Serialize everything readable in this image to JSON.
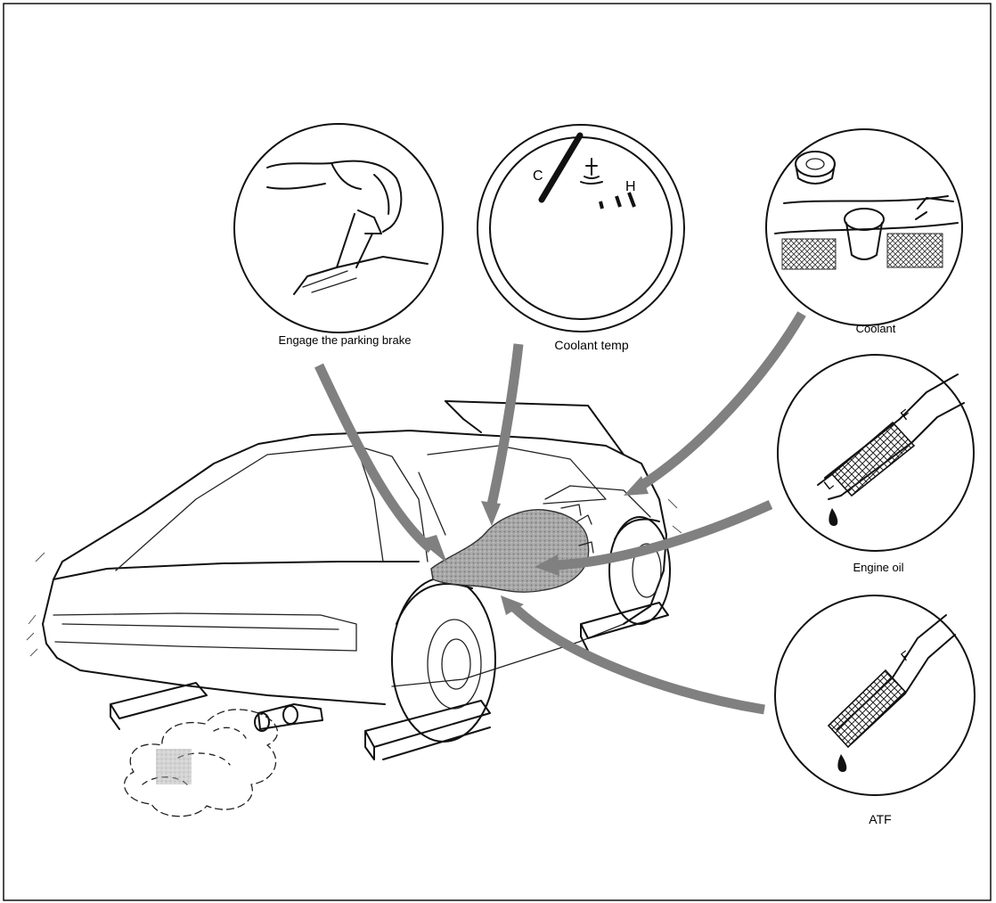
{
  "labels": {
    "parking_brake": "Engage the parking brake",
    "coolant_temp": "Coolant temp",
    "coolant": "Coolant",
    "engine_oil": "Engine oil",
    "atf": "ATF"
  },
  "gauge": {
    "cold_mark": "C",
    "hot_mark": "H"
  },
  "dipstick": {
    "full_mark": "F",
    "low_mark": "L"
  },
  "colors": {
    "arrow": "#808080",
    "ink": "#111111",
    "paper": "#ffffff"
  },
  "icons": [
    "hand-brake-icon",
    "temperature-gauge-icon",
    "radiator-cap-icon",
    "oil-dipstick-icon",
    "atf-dipstick-icon",
    "car-icon",
    "engine-icon"
  ]
}
